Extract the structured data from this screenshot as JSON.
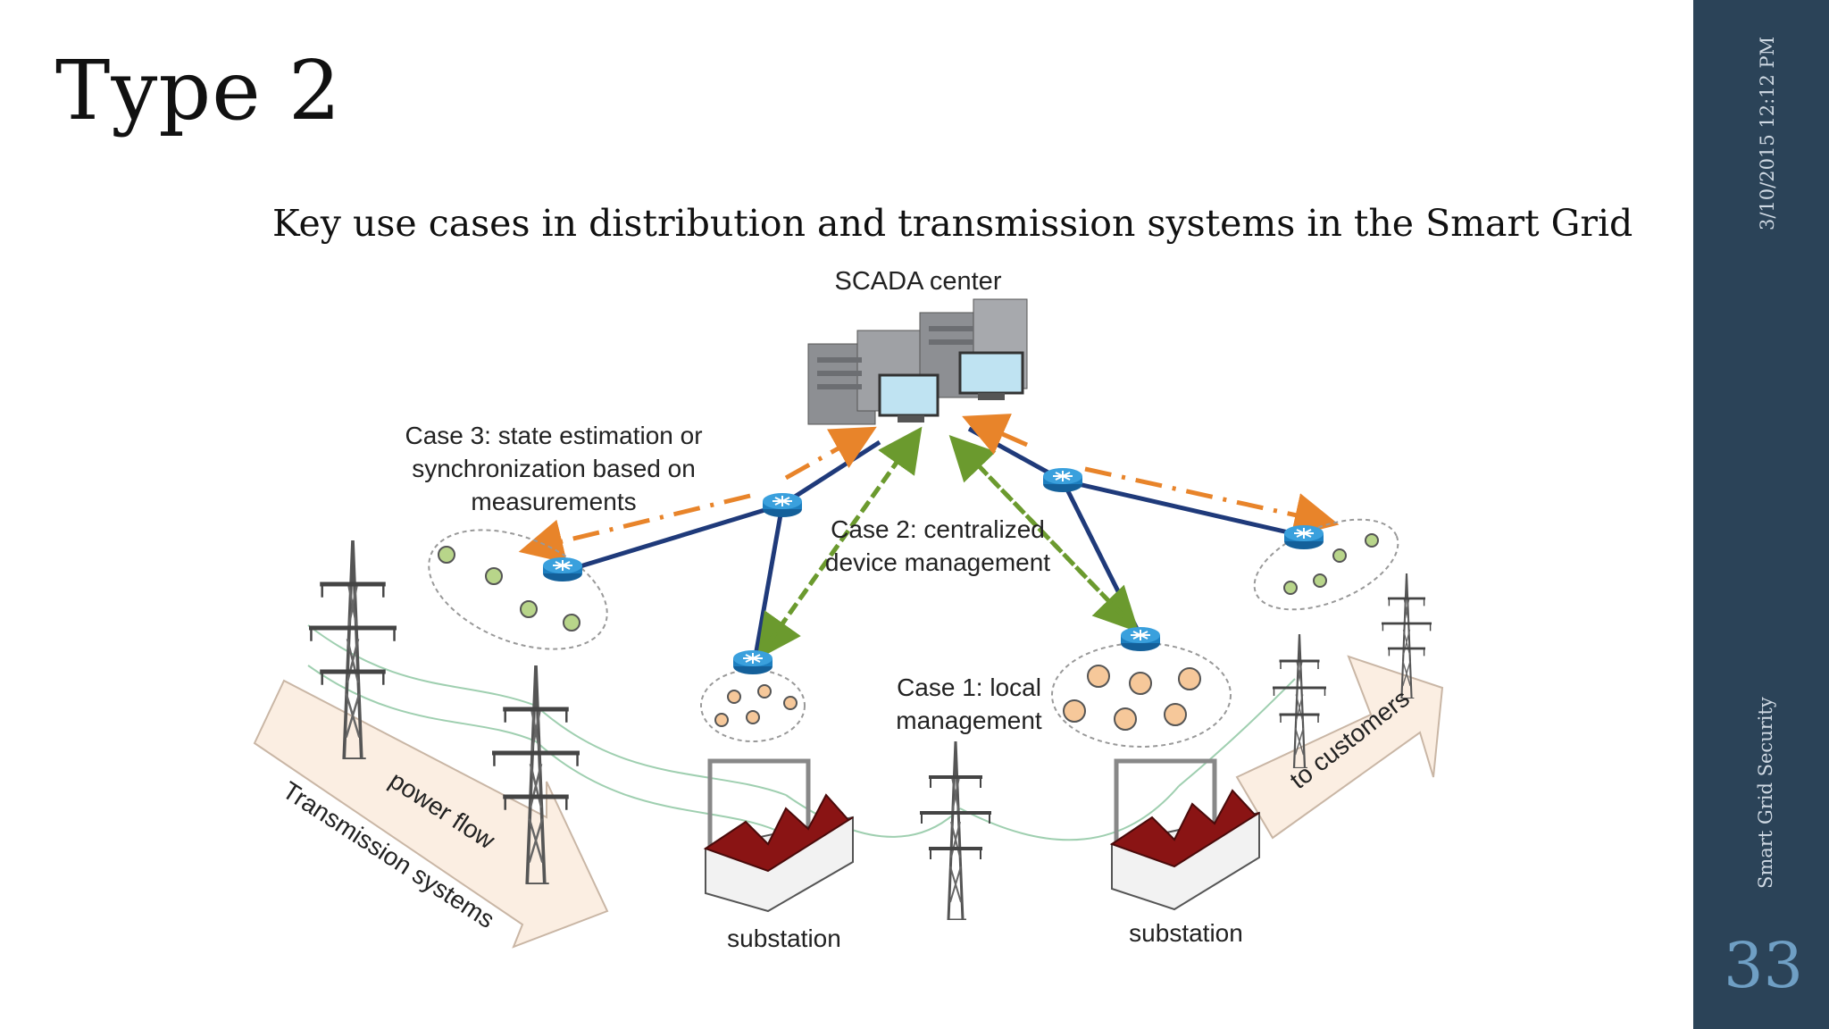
{
  "slide": {
    "title": "Type 2",
    "subtitle": "Key use cases in distribution and transmission systems in the Smart Grid",
    "date": "3/10/2015 12:12 PM",
    "footer": "Smart Grid Security",
    "page_number": "33"
  },
  "diagram": {
    "scada_label": "SCADA center",
    "case3_lines": [
      "Case 3: state estimation or",
      "synchronization based on",
      "measurements"
    ],
    "case2_lines": [
      "Case 2: centralized",
      "device management"
    ],
    "case1_lines": [
      "Case 1: local",
      "management"
    ],
    "power_flow": "power flow",
    "transmission": "Transmission systems",
    "to_customers": "to customers",
    "substation_left": "substation",
    "substation_right": "substation"
  },
  "colors": {
    "sidebar": "#2b4358",
    "network_link": "#1f3a7a",
    "dashed_green": "#6b9a2e",
    "dashed_orange": "#e8842a",
    "router": "#1d7fc0",
    "green_node": "#b8d58a",
    "orange_node": "#f6c89a",
    "roof": "#8a1414"
  }
}
